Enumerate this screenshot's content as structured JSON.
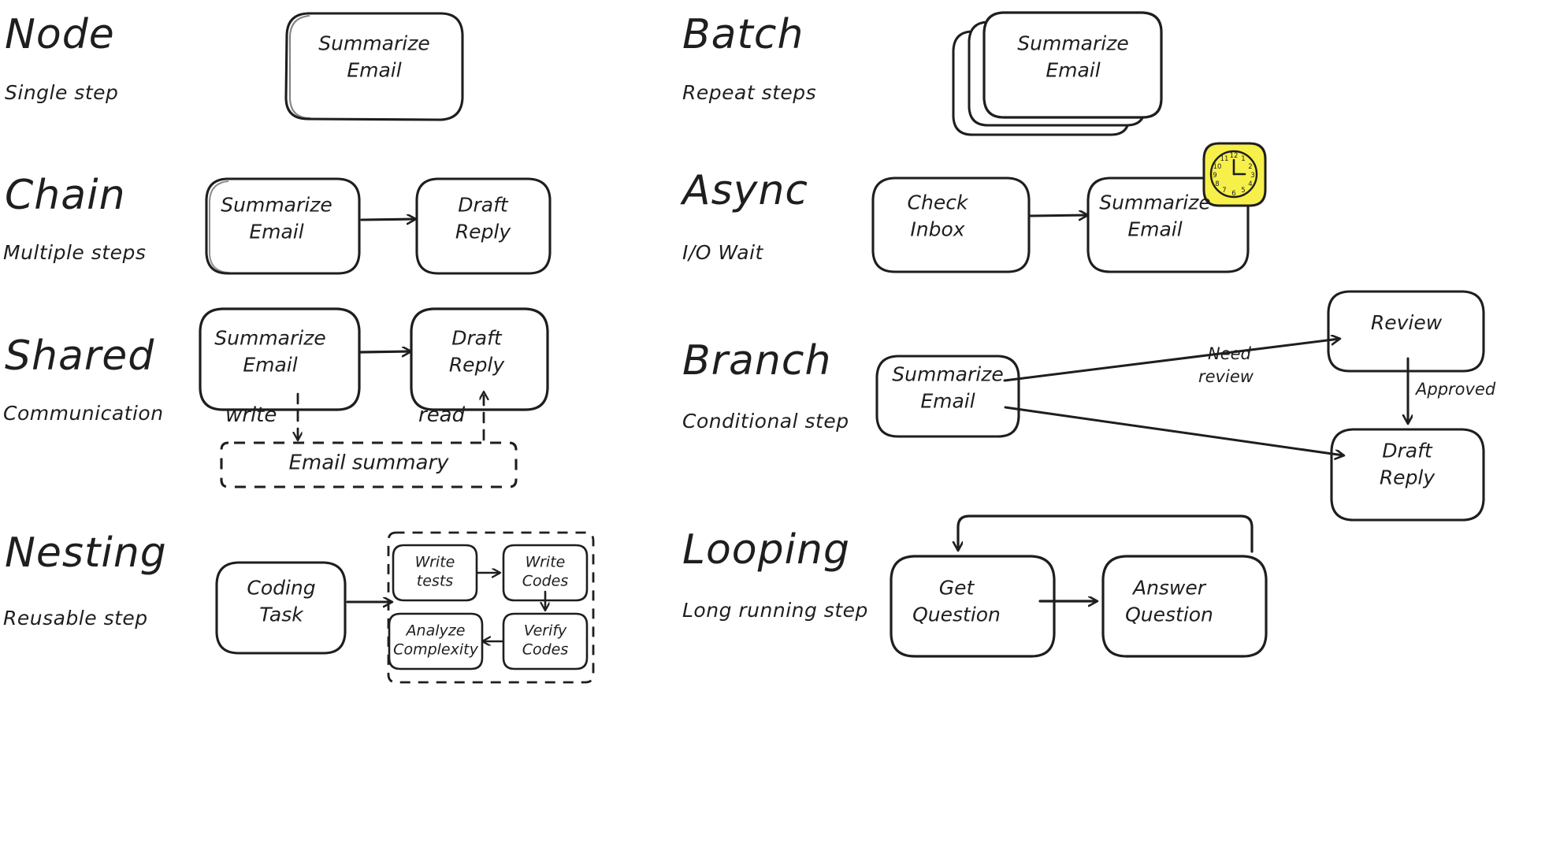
{
  "diagram": {
    "title_style": "hand-drawn whiteboard sketch",
    "background": "#ffffff",
    "stroke_color": "#1e1e1e",
    "accent_color": "#f7f04a",
    "sections": [
      {
        "id": "node",
        "title": "Node",
        "subtitle": "Single step",
        "nodes": [
          {
            "id": "n1",
            "label": "Summarize\nEmail"
          }
        ],
        "edges": []
      },
      {
        "id": "batch",
        "title": "Batch",
        "subtitle": "Repeat steps",
        "nodes": [
          {
            "id": "b1",
            "label": "Summarize\nEmail",
            "stacked": 3
          }
        ],
        "edges": []
      },
      {
        "id": "chain",
        "title": "Chain",
        "subtitle": "Multiple steps",
        "nodes": [
          {
            "id": "c1",
            "label": "Summarize\nEmail"
          },
          {
            "id": "c2",
            "label": "Draft\nReply"
          }
        ],
        "edges": [
          {
            "from": "c1",
            "to": "c2",
            "label": "",
            "style": "solid"
          }
        ]
      },
      {
        "id": "async",
        "title": "Async",
        "subtitle": "I/O Wait",
        "nodes": [
          {
            "id": "a1",
            "label": "Check\nInbox",
            "badge": "clock-icon"
          },
          {
            "id": "a2",
            "label": "Summarize\nEmail"
          }
        ],
        "edges": [
          {
            "from": "a1",
            "to": "a2",
            "label": "",
            "style": "solid"
          }
        ]
      },
      {
        "id": "shared",
        "title": "Shared",
        "subtitle": "Communication",
        "nodes": [
          {
            "id": "s1",
            "label": "Summarize\nEmail"
          },
          {
            "id": "s2",
            "label": "Draft\nReply"
          },
          {
            "id": "s3",
            "label": "Email summary",
            "style": "dashed"
          }
        ],
        "edges": [
          {
            "from": "s1",
            "to": "s2",
            "label": "",
            "style": "solid"
          },
          {
            "from": "s1",
            "to": "s3",
            "label": "write",
            "style": "dashed"
          },
          {
            "from": "s3",
            "to": "s2",
            "label": "read",
            "style": "dashed"
          }
        ]
      },
      {
        "id": "branch",
        "title": "Branch",
        "subtitle": "Conditional step",
        "nodes": [
          {
            "id": "r1",
            "label": "Summarize\nEmail"
          },
          {
            "id": "r2",
            "label": "Review"
          },
          {
            "id": "r3",
            "label": "Draft\nReply"
          }
        ],
        "edges": [
          {
            "from": "r1",
            "to": "r2",
            "label": "Need\nreview",
            "style": "solid"
          },
          {
            "from": "r2",
            "to": "r3",
            "label": "Approved",
            "style": "solid"
          },
          {
            "from": "r1",
            "to": "r3",
            "label": "",
            "style": "solid"
          }
        ]
      },
      {
        "id": "nesting",
        "title": "Nesting",
        "subtitle": "Reusable step",
        "nodes": [
          {
            "id": "g1",
            "label": "Coding\nTask"
          },
          {
            "id": "g2",
            "label": "Write\ntests"
          },
          {
            "id": "g3",
            "label": "Write\nCodes"
          },
          {
            "id": "g4",
            "label": "Verify\nCodes"
          },
          {
            "id": "g5",
            "label": "Analyze\nComplexity"
          }
        ],
        "edges": [
          {
            "from": "g1",
            "to": "g2",
            "label": "",
            "style": "solid"
          },
          {
            "from": "g2",
            "to": "g3",
            "label": "",
            "style": "solid"
          },
          {
            "from": "g3",
            "to": "g4",
            "label": "",
            "style": "solid"
          },
          {
            "from": "g4",
            "to": "g5",
            "label": "",
            "style": "solid"
          }
        ]
      },
      {
        "id": "looping",
        "title": "Looping",
        "subtitle": "Long running step",
        "nodes": [
          {
            "id": "l1",
            "label": "Get\nQuestion"
          },
          {
            "id": "l2",
            "label": "Answer\nQuestion"
          }
        ],
        "edges": [
          {
            "from": "l1",
            "to": "l2",
            "label": "",
            "style": "solid"
          },
          {
            "from": "l2",
            "to": "l1",
            "label": "",
            "style": "solid-loopback"
          }
        ]
      }
    ],
    "clock": {
      "numerals": [
        "12",
        "1",
        "2",
        "3",
        "4",
        "5",
        "6",
        "7",
        "8",
        "9",
        "10",
        "11"
      ],
      "time": "12:00",
      "fill": "#f7f04a"
    }
  },
  "text": {
    "node_title": "Node",
    "node_subtitle": "Single step",
    "node_box": "Summarize\nEmail",
    "batch_title": "Batch",
    "batch_subtitle": "Repeat steps",
    "batch_box": "Summarize\nEmail",
    "chain_title": "Chain",
    "chain_subtitle": "Multiple steps",
    "chain_box1": "Summarize\nEmail",
    "chain_box2": "Draft\nReply",
    "async_title": "Async",
    "async_subtitle": "I/O Wait",
    "async_box1": "Check\nInbox",
    "async_box2": "Summarize\nEmail",
    "shared_title": "Shared",
    "shared_subtitle": "Communication",
    "shared_box1": "Summarize\nEmail",
    "shared_box2": "Draft\nReply",
    "shared_store": "Email summary",
    "shared_write": "write",
    "shared_read": "read",
    "branch_title": "Branch",
    "branch_subtitle": "Conditional step",
    "branch_box1": "Summarize\nEmail",
    "branch_box2": "Review",
    "branch_box3": "Draft\nReply",
    "branch_need": "Need",
    "branch_review": "review",
    "branch_approved": "Approved",
    "nesting_title": "Nesting",
    "nesting_subtitle": "Reusable step",
    "nesting_box1": "Coding\nTask",
    "nesting_write_tests": "Write\ntests",
    "nesting_write_codes": "Write\nCodes",
    "nesting_verify_codes": "Verify\nCodes",
    "nesting_analyze": "Analyze\nComplexity",
    "looping_title": "Looping",
    "looping_subtitle": "Long running step",
    "looping_box1": "Get\nQuestion",
    "looping_box2": "Answer\nQuestion"
  }
}
